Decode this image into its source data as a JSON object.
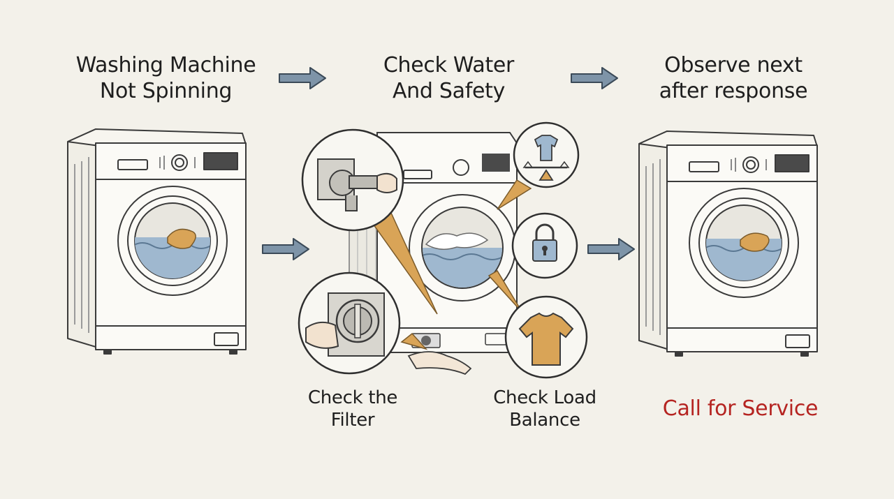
{
  "steps": [
    {
      "line1": "Washing Machine",
      "line2": "Not Spinning"
    },
    {
      "line1": "Check Water",
      "line2": "And Safety"
    },
    {
      "line1": "Observe next",
      "line2": "after response"
    }
  ],
  "callouts": {
    "filter": {
      "line1": "Check the",
      "line2": "Filter"
    },
    "load": {
      "line1": "Check Load",
      "line2": "Balance"
    },
    "service": "Call for Service"
  },
  "colors": {
    "background": "#f3f1ea",
    "arrow": "#7e94a8",
    "water": "#9fb8cf",
    "laundry": "#d9a457",
    "accent": "#b52421"
  },
  "icons": [
    "arrow-right-icon",
    "scale-icon",
    "padlock-icon",
    "tshirt-icon",
    "hose-valve-icon",
    "drain-filter-icon"
  ]
}
